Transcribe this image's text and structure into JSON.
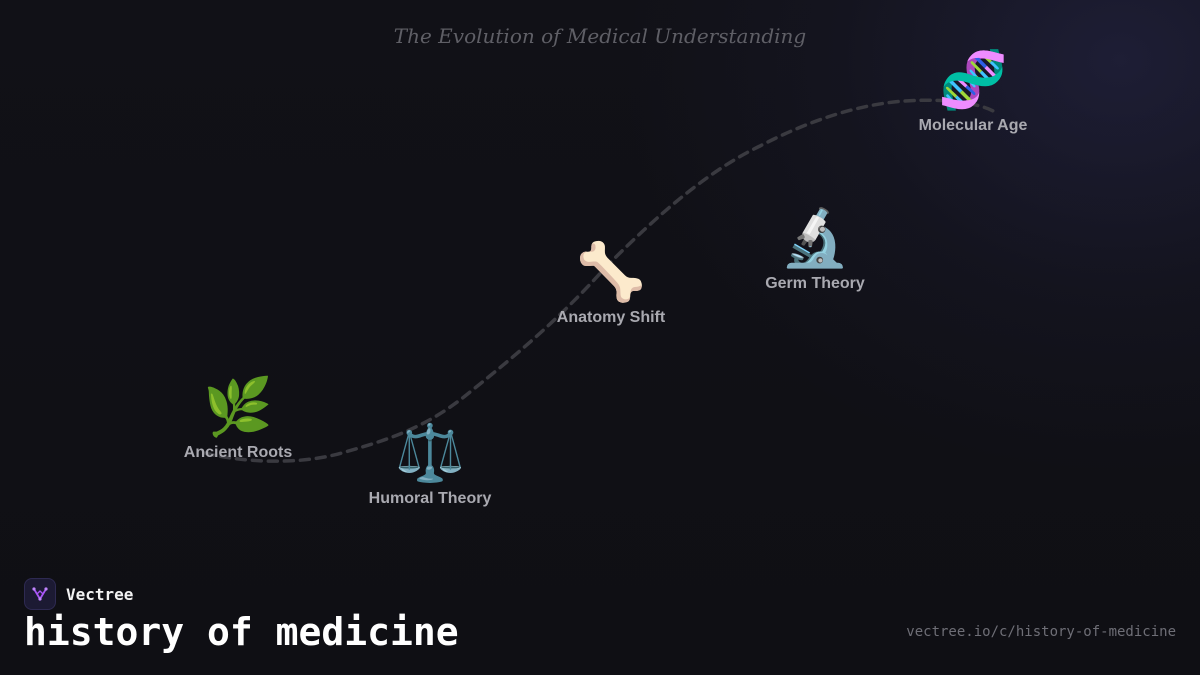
{
  "subtitle": "The Evolution of Medical Understanding",
  "nodes": [
    {
      "label": "Ancient Roots",
      "icon": "🌿",
      "icon_name": "herb-icon"
    },
    {
      "label": "Humoral Theory",
      "icon": "⚖️",
      "icon_name": "balance-scale-icon"
    },
    {
      "label": "Anatomy Shift",
      "icon": "🦴",
      "icon_name": "bone-icon"
    },
    {
      "label": "Germ Theory",
      "icon": "🔬",
      "icon_name": "microscope-icon"
    },
    {
      "label": "Molecular Age",
      "icon": "🧬",
      "icon_name": "dna-icon"
    }
  ],
  "brand": {
    "name": "Vectree",
    "logo_icon": "vectree-logo-icon",
    "logo_color": "#a855f7"
  },
  "page_title": "history of medicine",
  "url": "vectree.io/c/history-of-medicine",
  "colors": {
    "background": "#0f0f14",
    "path_stroke": "#3a3a40",
    "label": "#a9a9b0",
    "subtitle": "#5f5f66"
  }
}
